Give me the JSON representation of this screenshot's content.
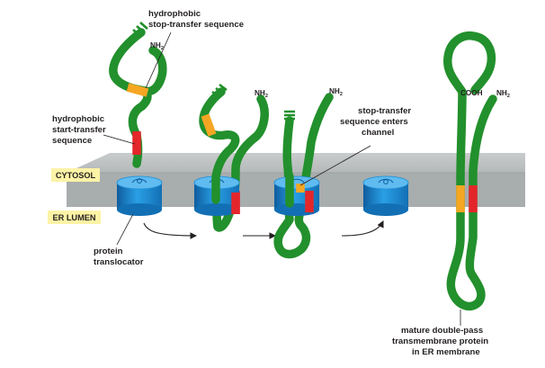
{
  "labels": {
    "stop_transfer": [
      "hydrophobic",
      "stop-transfer sequence"
    ],
    "start_transfer": [
      "hydrophobic",
      "start-transfer",
      "sequence"
    ],
    "enters_channel": [
      "stop-transfer",
      "sequence enters",
      "channel"
    ],
    "translocator": [
      "protein",
      "translocator"
    ],
    "mature": [
      "mature double-pass",
      "transmembrane protein",
      "in ER membrane"
    ]
  },
  "compartments": {
    "cytosol": "CYTOSOL",
    "er_lumen": "ER LUMEN"
  },
  "termini": {
    "amino": "NH",
    "amino_sub": "2",
    "carboxyl": "COOH"
  },
  "colors": {
    "chain": "#22902c",
    "start_transfer_segment": "#e4262b",
    "stop_transfer_segment": "#f5a623",
    "translocator": "#1e8fd6",
    "membrane": "#b9bdbd",
    "compartment_tag": "#fdf3a6"
  }
}
